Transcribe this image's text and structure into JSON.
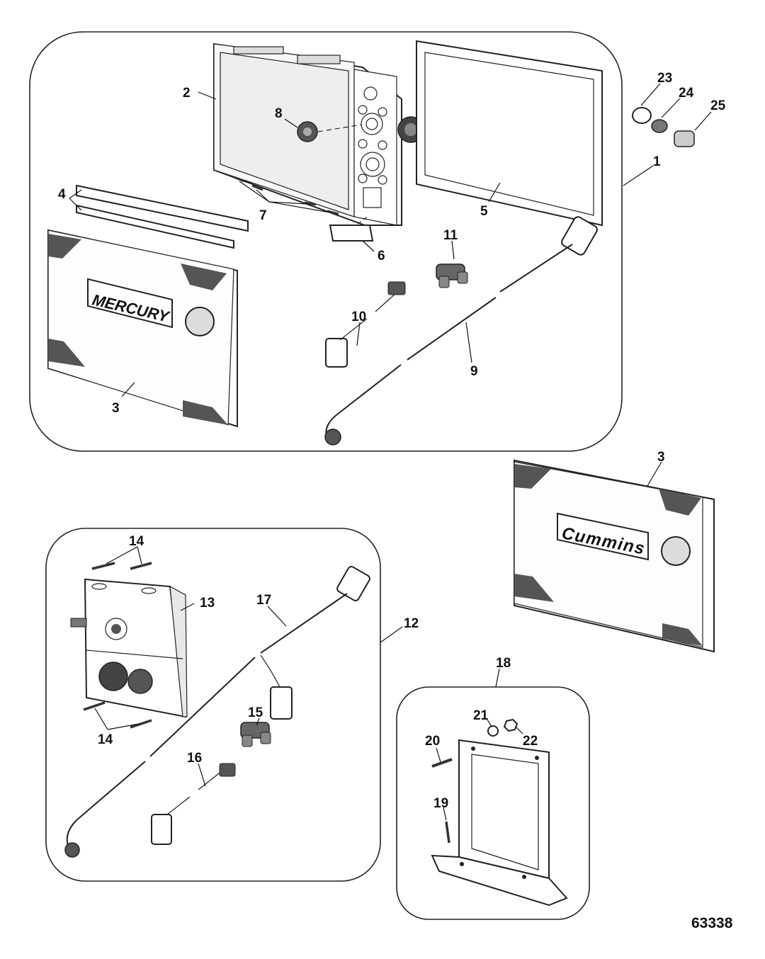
{
  "figure_number": "63338",
  "brands": {
    "mercury_cover": "MERCURY",
    "cummins_cover": "Cummins"
  },
  "callouts": {
    "c1": "1",
    "c2": "2",
    "c3a": "3",
    "c3b": "3",
    "c4": "4",
    "c5": "5",
    "c6": "6",
    "c7": "7",
    "c8": "8",
    "c9": "9",
    "c10": "10",
    "c11": "11",
    "c12": "12",
    "c13": "13",
    "c14a": "14",
    "c14b": "14",
    "c15": "15",
    "c16": "16",
    "c17": "17",
    "c18": "18",
    "c19": "19",
    "c20": "20",
    "c21": "21",
    "c22": "22",
    "c23": "23",
    "c24": "24",
    "c25": "25"
  },
  "colors": {
    "line": "#111111",
    "panel_fill": "#ffffff",
    "screen_fill": "#f2f2f2",
    "part_grey": "#9a9a9a",
    "dark": "#2a2a2a"
  },
  "groups": [
    "group-1-display-kit",
    "group-12-junction-kit",
    "group-18-mount-bracket"
  ]
}
